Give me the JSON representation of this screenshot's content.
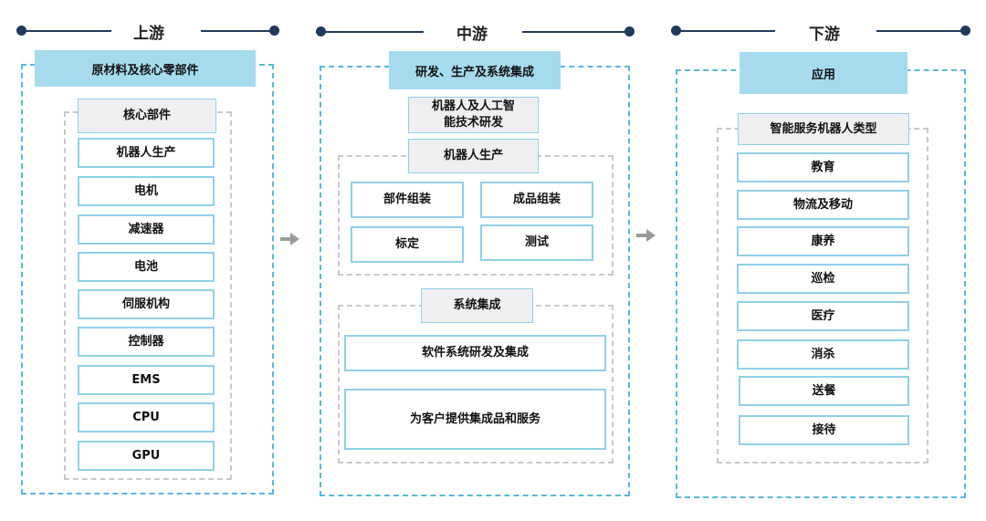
{
  "columns": {
    "upstream": {
      "title": "上游",
      "header": "原材料及核心零部件",
      "group_title": "核心部件",
      "items": [
        "机器人生产",
        "电机",
        "减速器",
        "电池",
        "伺服机构",
        "控制器",
        "EMS",
        "CPU",
        "GPU"
      ]
    },
    "midstream": {
      "title": "中游",
      "header": "研发、生产及系统集成",
      "rd": "机器人及人工智\n能技术研发",
      "production": {
        "title": "机器人生产",
        "items": [
          "部件组装",
          "成品组装",
          "标定",
          "测试"
        ]
      },
      "integration": {
        "title": "系统集成",
        "items": [
          "软件系统研发及集成",
          "为客户提供集成品和服务"
        ]
      }
    },
    "downstream": {
      "title": "下游",
      "header": "应用",
      "group_title": "智能服务机器人类型",
      "items": [
        "教育",
        "物流及移动",
        "康养",
        "巡检",
        "医疗",
        "消杀",
        "送餐",
        "接待"
      ]
    }
  }
}
